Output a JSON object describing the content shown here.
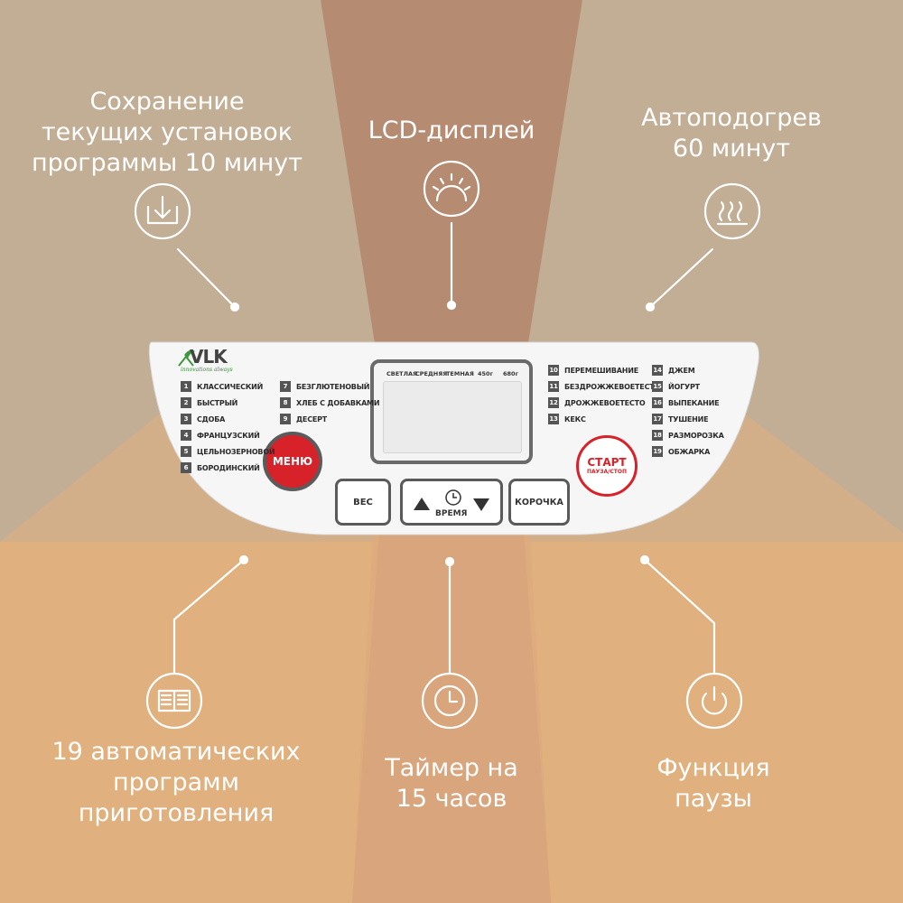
{
  "colors": {
    "bg_top_left": "#c2ad95",
    "bg_top_right": "#c2ad95",
    "bg_center_ray": "#b58b72",
    "bg_bottom": "#e0b07e",
    "bg_bottom_center": "#d9a57c",
    "panel": "#f7f7f7",
    "menu_red": "#d8222a",
    "start_red": "#d8222a"
  },
  "features": {
    "save": {
      "lines": [
        "Сохранение",
        "текущих установок",
        "программы 10 минут"
      ],
      "icon": "save-download-icon"
    },
    "lcd": {
      "lines": [
        "LCD-дисплей"
      ],
      "icon": "display-sun-icon"
    },
    "warm": {
      "lines": [
        "Автоподогрев",
        "60 минут"
      ],
      "icon": "heat-waves-icon"
    },
    "programs": {
      "lines": [
        "19 автоматических",
        "программ",
        "приготовления"
      ],
      "icon": "book-icon"
    },
    "timer": {
      "lines": [
        "Таймер на",
        "15 часов"
      ],
      "icon": "clock-icon"
    },
    "pause": {
      "lines": [
        "Функция",
        "паузы"
      ],
      "icon": "power-icon"
    }
  },
  "panel": {
    "brand": "VLK",
    "tagline": "innovations always",
    "lcd": {
      "labels": [
        "СВЕТЛАЯ",
        "СРЕДНЯЯ",
        "ТЕМНАЯ",
        "450г",
        "680г"
      ]
    },
    "programs_col1": [
      {
        "num": "1",
        "name": "КЛАССИЧЕСКИЙ"
      },
      {
        "num": "2",
        "name": "БЫСТРЫЙ"
      },
      {
        "num": "3",
        "name": "СДОБА"
      },
      {
        "num": "4",
        "name": "ФРАНЦУЗСКИЙ"
      },
      {
        "num": "5",
        "name": "ЦЕЛЬНОЗЕРНОВОЙ"
      },
      {
        "num": "6",
        "name": "БОРОДИНСКИЙ"
      }
    ],
    "programs_col2": [
      {
        "num": "7",
        "name": "БЕЗГЛЮТЕНОВЫЙ"
      },
      {
        "num": "8",
        "name": "ХЛЕБ С ДОБАВКАМИ"
      },
      {
        "num": "9",
        "name": "ДЕСЕРТ"
      }
    ],
    "programs_col3": [
      {
        "num": "10",
        "name": "ПЕРЕМЕШИВАНИЕ"
      },
      {
        "num": "11",
        "name": "БЕЗДРОЖЖЕВОЕТЕСТО"
      },
      {
        "num": "12",
        "name": "ДРОЖЖЕВОЕТЕСТО"
      },
      {
        "num": "13",
        "name": "КЕКС"
      }
    ],
    "programs_col4": [
      {
        "num": "14",
        "name": "ДЖЕМ"
      },
      {
        "num": "15",
        "name": "ЙОГУРТ"
      },
      {
        "num": "16",
        "name": "ВЫПЕКАНИЕ"
      },
      {
        "num": "17",
        "name": "ТУШЕНИЕ"
      },
      {
        "num": "18",
        "name": "РАЗМОРОЗКА"
      },
      {
        "num": "19",
        "name": "ОБЖАРКА"
      }
    ],
    "buttons": {
      "menu": "МЕНЮ",
      "start": "СТАРТ",
      "start_sub": "ПАУЗА/СТОП",
      "weight": "ВЕС",
      "time": "ВРЕМЯ",
      "crust": "КОРОЧКА"
    }
  }
}
